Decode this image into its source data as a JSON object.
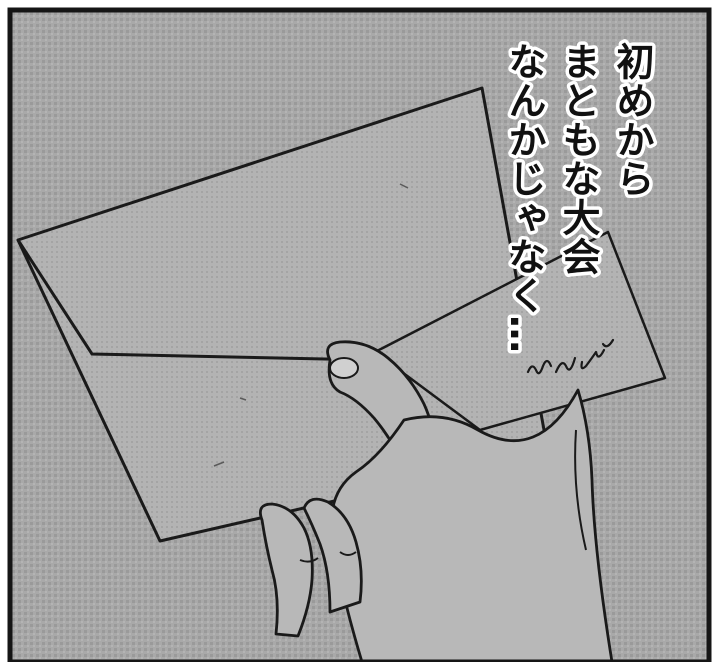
{
  "dialogue": {
    "line_1": "初めから",
    "line_2": "まともな大会",
    "line_3": "なんかじゃなく…"
  },
  "signature_scribble": "ルハル",
  "colors": {
    "screentone": "#a7a7a7",
    "ink": "#1a1a1a",
    "border": "#151515",
    "paper": "#ffffff"
  }
}
